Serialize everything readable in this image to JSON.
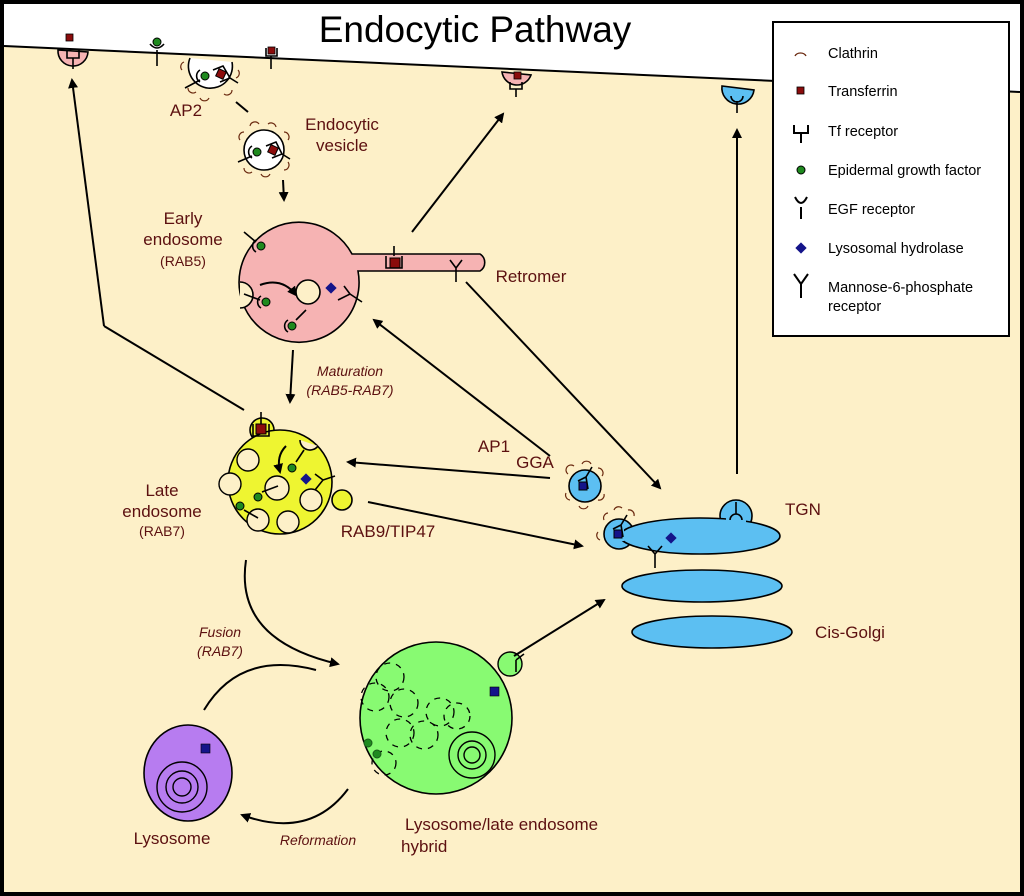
{
  "title": "Endocytic Pathway",
  "colors": {
    "cytoplasm": "#fdf0c8",
    "exterior": "#ffffff",
    "label_text": "#5c1010",
    "early_endosome": "#f6b3b3",
    "late_endosome": "#eef531",
    "tgn_golgi": "#5cbff2",
    "hybrid": "#88fa72",
    "lysosome": "#b77cf0",
    "transferrin": "#8b0c0c",
    "egf": "#1f8a1f",
    "hydrolase": "#14148a"
  },
  "legend": {
    "items": [
      {
        "icon": "clathrin-icon",
        "label": "Clathrin"
      },
      {
        "icon": "transferrin-icon",
        "label": "Transferrin"
      },
      {
        "icon": "tf-receptor-icon",
        "label": "Tf receptor"
      },
      {
        "icon": "egf-icon",
        "label": "Epidermal growth factor"
      },
      {
        "icon": "egf-receptor-icon",
        "label": "EGF receptor"
      },
      {
        "icon": "lysosomal-hydrolase-icon",
        "label": "Lysosomal hydrolase"
      },
      {
        "icon": "m6p-receptor-icon",
        "label": "Mannose-6-phosphate",
        "label2": "receptor"
      }
    ]
  },
  "labels": {
    "ap2": "AP2",
    "endocytic_vesicle_1": "Endocytic",
    "endocytic_vesicle_2": "vesicle",
    "early_endosome_1": "Early",
    "early_endosome_2": "endosome",
    "early_endosome_3": "(RAB5)",
    "retromer": "Retromer",
    "maturation_1": "Maturation",
    "maturation_2": "(RAB5-RAB7)",
    "late_endosome_1": "Late",
    "late_endosome_2": "endosome",
    "late_endosome_3": "(RAB7)",
    "ap1": "AP1",
    "gga": "GGA",
    "rab9": "RAB9/TIP47",
    "tgn": "TGN",
    "cis_golgi": "Cis-Golgi",
    "fusion_1": "Fusion",
    "fusion_2": "(RAB7)",
    "lysosome": "Lysosome",
    "reformation": "Reformation",
    "hybrid_1": "Lysosome/late endosome",
    "hybrid_2": "hybrid"
  }
}
